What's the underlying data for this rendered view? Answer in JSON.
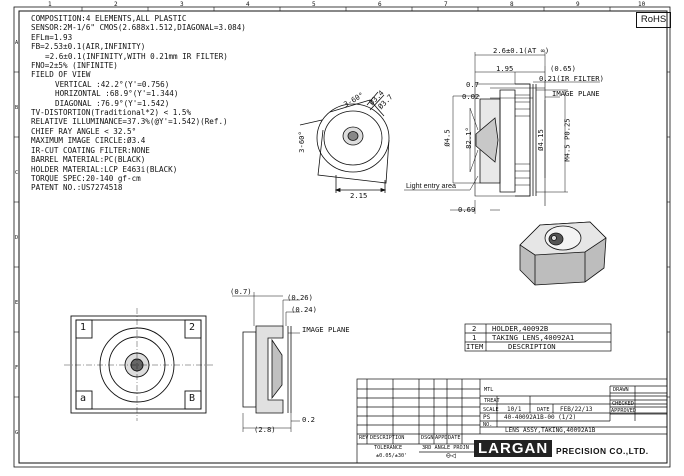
{
  "border_numbers": {
    "top": [
      "1",
      "2",
      "3",
      "4",
      "5",
      "6",
      "7",
      "8",
      "9",
      "10"
    ],
    "side": [
      "A",
      "B",
      "C",
      "D",
      "E",
      "F",
      "G"
    ]
  },
  "rohs": "RoHS",
  "spec": {
    "composition": "COMPOSITION:4 ELEMENTS,ALL PLASTIC",
    "sensor": "SENSOR:2M-1/6\" CMOS(2.688x1.512,DIAGONAL=3.084)",
    "efl": "EFLm=1.93",
    "fb": "FB=2.53±0.1(AIR,INFINITY)",
    "fb2": "=2.6±0.1(INFINITY,WITH 0.21mm IR FILTER)",
    "fno": "FNO=2±5% (INFINITE)",
    "fov": "FIELD OF VIEW",
    "fov_v": "VERTICAL :42.2°(Y'=0.756)",
    "fov_h": "HORIZONTAL :68.9°(Y'=1.344)",
    "fov_d": "DIAGONAL :76.9°(Y'=1.542)",
    "tv": "TV-DISTORTION(Traditional*2) < 1.5%",
    "rel": "RELATIVE ILLUMINANCE=37.3%(@Y'=1.542)(Ref.)",
    "cra": "CHIEF RAY ANGLE < 32.5°",
    "mic": "MAXIMUM IMAGE CIRCLE:Ø3.4",
    "ircut": "IR-CUT COATING FILTER:NONE",
    "barrel": "BARREL MATERIAL:PC(BLACK)",
    "holder": "HOLDER MATERIAL:LCP E463i(BLACK)",
    "torque": "TORQUE SPEC:20-140 gf-cm",
    "patent": "PATENT NO.:US7274518"
  },
  "dims_section": {
    "fb": "2.6±0.1(AT ∞)",
    "d195": "1.95",
    "d065": "(0.65)",
    "d07": "0.7",
    "d021": "0.21(IR FILTER)",
    "d002": "0.02",
    "image_plane": "IMAGE PLANE",
    "phi45": "Ø4.5",
    "angle": "82.1°",
    "phi415": "Ø4.15",
    "m45": "M4.5 P0.25",
    "light_entry": "Light entry area",
    "d069": "0.69"
  },
  "dims_iso": {
    "chamfer1": "3-60°",
    "chamfer2": "3-60°",
    "phi34": "Ø3.4",
    "phi37": "Ø3.7",
    "d215": "2.15"
  },
  "dims_bottom": {
    "d07": "(0.7)",
    "d026": "(0.26)",
    "d024": "(0.24)",
    "image_plane": "IMAGE PLANE",
    "d02": "0.2",
    "d28": "(2.8)",
    "mark1": "1",
    "mark2": "2",
    "mark_a": "a",
    "mark_b": "B"
  },
  "parts_list": {
    "rows": [
      {
        "item": "2",
        "desc": "HOLDER,40092B"
      },
      {
        "item": "1",
        "desc": "TAKING LENS,40092A1"
      }
    ],
    "header": {
      "item": "ITEM",
      "desc": "DESCRIPTION"
    }
  },
  "title_block": {
    "mtl": "MTL",
    "treat": "TREAT",
    "scale": "SCALE",
    "scale_val": "10/1",
    "date_label": "DATE",
    "date_val": "FEB/22/13",
    "unit": "PS",
    "dwg_no": "40-40092A1B-00 (1/2)",
    "no": "NO.",
    "name": "LENS ASSY,TAKING,40092A1B",
    "drawn": "DRAWN",
    "checked": "CHECKED",
    "approved": "APPROVED",
    "rev": "REV",
    "description": "DESCRIPTION",
    "dsgn": "DSGN",
    "appd": "APPD",
    "date": "DATE",
    "tolerance": "TOLERANCE",
    "tol_val": "±0.05/±30'",
    "projection": "3RD ANGLE PROJN",
    "brand": "LARGAN",
    "brand_suffix": "PRECISION CO.,LTD."
  }
}
